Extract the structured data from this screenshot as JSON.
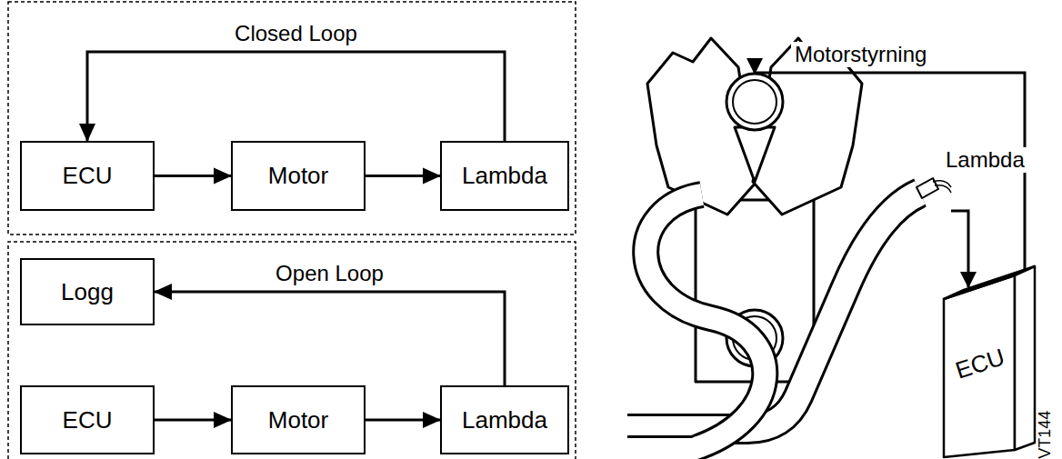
{
  "diagram": {
    "nodes": [
      {
        "text": [
          "ECU"
        ]
      },
      {
        "text": [
          "Motor"
        ]
      },
      {
        "text": [
          "Lambda"
        ]
      },
      {
        "text": [
          "Logg"
        ]
      },
      {
        "text": [
          "ECU"
        ]
      },
      {
        "text": [
          "Motor"
        ]
      },
      {
        "text": [
          "Lambda"
        ]
      },
      {
        "text": [
          "ECU"
        ]
      }
    ],
    "edges": [
      {
        "from": 0,
        "to": 1,
        "arrow": "to"
      },
      {
        "from": 1,
        "to": 2,
        "arrow": "to"
      },
      {
        "from": 2,
        "to": 0,
        "label": "Closed Loop",
        "arrow": "to"
      },
      {
        "from": 4,
        "to": 5,
        "arrow": "to"
      },
      {
        "from": 5,
        "to": 6,
        "arrow": "to"
      },
      {
        "from": 6,
        "to": 3,
        "label": "Open Loop",
        "arrow": "to"
      }
    ],
    "labels": [
      "Motorstyrning",
      "Lambda",
      "VT144"
    ]
  }
}
